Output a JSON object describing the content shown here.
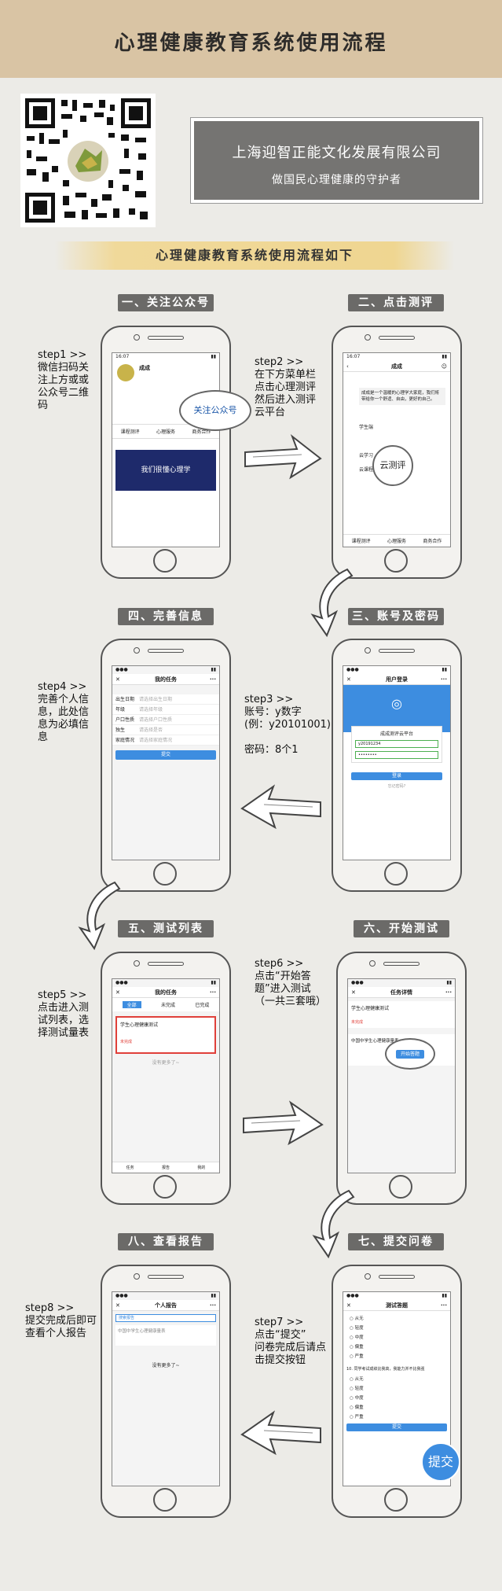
{
  "header": {
    "title": "心理健康教育系统使用流程"
  },
  "company": {
    "name": "上海迎智正能文化发展有限公司",
    "slogan": "做国民心理健康的守护者"
  },
  "banner": {
    "text": "心理健康教育系统使用流程如下"
  },
  "sections": {
    "s1": "一、关注公众号",
    "s2": "二、点击测评",
    "s3": "三、账号及密码",
    "s4": "四、完善信息",
    "s5": "五、测试列表",
    "s6": "六、开始测试",
    "s7": "七、提交问卷",
    "s8": "八、查看报告"
  },
  "steps": {
    "step1": [
      "step1 >>",
      "微信扫码关",
      "注上方或或",
      "公众号二维",
      "码"
    ],
    "step2": [
      "step2 >>",
      "在下方菜单栏",
      "点击心理测评",
      "然后进入测评",
      "云平台"
    ],
    "step3": [
      "step3 >>",
      "账号：y数字",
      "(例：y20101001)",
      "",
      "密码：8个1"
    ],
    "step4": [
      "step4 >>",
      "完善个人信",
      "息，此处信",
      "息为必填信",
      "息"
    ],
    "step5": [
      "step5 >>",
      "点击进入测",
      "试列表，选",
      "择测试量表"
    ],
    "step6": [
      "step6 >>",
      "点击“开始答",
      "题”进入测试",
      "（一共三套哦）"
    ],
    "step7": [
      "step7 >>",
      "点击“提交”",
      "问卷完成后请点",
      "击提交按钮"
    ],
    "step8": [
      "step8 >>",
      "提交完成后即可",
      "查看个人报告"
    ]
  },
  "bubbles": {
    "follow": "关注公众号",
    "cloud": "云测评",
    "start": "开始答题",
    "submit": "提交"
  },
  "p1": {
    "time": "16:07",
    "name": "成成",
    "tabs": [
      "课程测评",
      "心理服务",
      "商务合作"
    ],
    "banner": "我们很懂心理学"
  },
  "p2": {
    "time": "16:07",
    "name": "成成",
    "msg": "成成是一个温暖的心理学大家庭，我们将带给你一个舒适、自由，更好的自己。",
    "menu": [
      "学生端",
      "云测评",
      "云学习",
      "云课程"
    ],
    "tabs": [
      "课程测评",
      "心理服务",
      "商务合作"
    ]
  },
  "p3": {
    "title": "用户登录",
    "platform": "成成测评云平台",
    "account": "y20191234",
    "password": "••••••••",
    "login": "登录",
    "forgot": "忘记密码?"
  },
  "p4": {
    "title": "我的任务",
    "fields": [
      [
        "出生日期",
        "请选择出生日期"
      ],
      [
        "年级",
        "请选择年级"
      ],
      [
        "户口性质",
        "请选择户口性质"
      ],
      [
        "独生",
        "请选择是否"
      ],
      [
        "家庭情况",
        "请选择家庭情况"
      ]
    ],
    "submit": "提交"
  },
  "p5": {
    "title": "我的任务",
    "tabs": [
      "全部",
      "未完成",
      "已完成"
    ],
    "item": "学生心理健康测试",
    "status": "未完成",
    "more": "没有更多了~",
    "nav": [
      "任务",
      "报告",
      "我的"
    ]
  },
  "p6": {
    "title": "任务详情",
    "name": "学生心理健康测试",
    "status": "未完成",
    "sub": "中国中学生心理健康量表",
    "btn": "开始答题"
  },
  "p7": {
    "title": "测试答题",
    "opts": [
      "从无",
      "轻度",
      "中度",
      "偏重",
      "严重"
    ],
    "q": "10. 同学考试成绩比我高，我能力并不比我强",
    "btn": "提交"
  },
  "p8": {
    "title": "个人报告",
    "search": "搜索报告",
    "item": "中国中学生心理健康量表",
    "more": "没有更多了~"
  },
  "colors": {
    "header": "#d9c4a4",
    "bar": "#6b6a68",
    "accent": "#3d8de0"
  }
}
